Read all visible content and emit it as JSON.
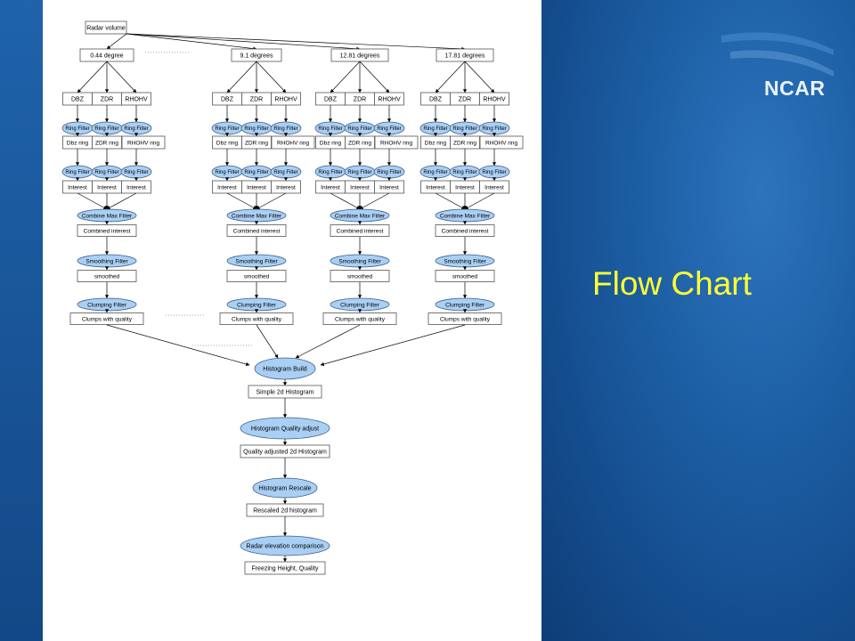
{
  "slide": {
    "title": "Flow Chart",
    "logo_text": "NCAR"
  },
  "colors": {
    "ellipse_fill": "#a9cff4",
    "ellipse_stroke": "#3f5f88",
    "title": "#ffff33"
  },
  "flow": {
    "root": "Radar volume",
    "elevations": [
      "0.44 degree",
      "9.1 degrees",
      "12.81 degrees",
      "17.81 degrees"
    ],
    "fields": [
      "DBZ",
      "ZDR",
      "RHOHV"
    ],
    "ring_filter": "Ring Filter",
    "ring_outputs": [
      "Dbz ring",
      "ZDR ring",
      "RHOHV ring"
    ],
    "interest": "Interest",
    "combine_filter": "Combine Max Filter",
    "combined": "Combined interest",
    "smoothing_filter": "Smoothing Filter",
    "smoothed": "smoothed",
    "clumping_filter": "Clumping Filter",
    "clumps": "Clumps with quality",
    "tail": [
      {
        "process": "Histogram Build",
        "output": "Simple 2d Histogram"
      },
      {
        "process": "Histogram Quality adjust",
        "output": "Quality adjusted 2d Histogram"
      },
      {
        "process": "Histogram Rescale",
        "output": "Rescaled 2d histogram"
      },
      {
        "process": "Radar elevation comparison",
        "output": "Freezing Height, Quality"
      }
    ]
  }
}
